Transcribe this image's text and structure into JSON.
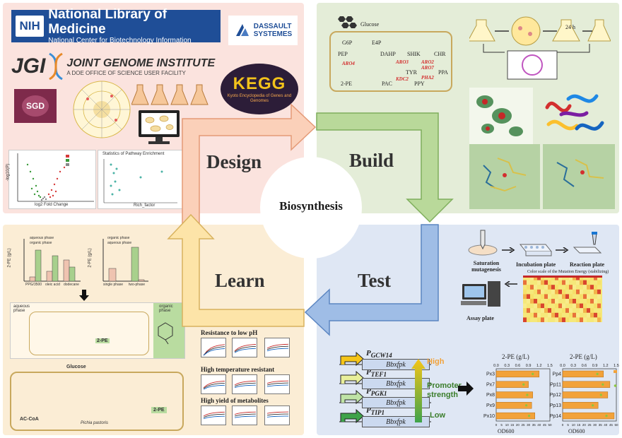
{
  "phases": {
    "design": "Design",
    "build": "Build",
    "test": "Test",
    "learn": "Learn",
    "center": "Biosynthesis"
  },
  "design": {
    "nih": {
      "mark": "NIH",
      "title": "National Library of Medicine",
      "subtitle": "National Center for Biotechnology Information"
    },
    "dassault": {
      "line1": "DASSAULT",
      "line2": "SYSTEMES"
    },
    "jgi": {
      "mark": "JGI",
      "title": "JOINT GENOME INSTITUTE",
      "subtitle": "A DOE OFFICE OF SCIENCE USER FACILITY"
    },
    "sgd": {
      "label": "SGD"
    },
    "kegg": {
      "mark": "KEGG",
      "subtitle": "Kyoto Encyclopedia of Genes and Genomes"
    },
    "volcano": {
      "xlabel": "log2 Fold Change",
      "ylabel": "-log10(P)"
    },
    "enrichment": {
      "title": "Statistics of Pathway Enrichment",
      "xlabel": "Rich_factor"
    }
  },
  "build": {
    "pathway": {
      "glucose": "Glucose",
      "nodes": [
        "G6P",
        "E4P",
        "PEP",
        "DAHP",
        "SHIK",
        "CHR",
        "TYR",
        "PPA",
        "2-PE",
        "PAC",
        "PPY"
      ],
      "enzymes": [
        "ARO4",
        "ARO3",
        "ARO2",
        "ARO7",
        "KDC2",
        "PHA2"
      ]
    },
    "crispr": {
      "hours": "24 h"
    }
  },
  "test": {
    "workflow": [
      "Saturation mutagenesis",
      "Incubation plate",
      "Reaction plate",
      "Assay plate"
    ],
    "heatmap_title": "Color scale of the Mutation Energy (stabilizing)",
    "promoters": [
      {
        "name": "P",
        "sub": "GCW14",
        "gene": "Bbxfpk"
      },
      {
        "name": "P",
        "sub": "TEF1",
        "gene": "Bbxfpk"
      },
      {
        "name": "P",
        "sub": "PGK1",
        "gene": "Bbxfpk"
      },
      {
        "name": "P",
        "sub": "TIP1",
        "gene": "Bbxfpk"
      }
    ],
    "strength": {
      "high": "High",
      "label_line1": "Promoter",
      "label_line2": "strength",
      "low": "Low"
    },
    "bars_left": {
      "title": "2-PE (g/L)",
      "xlabel": "OD600",
      "categories": [
        "Px3",
        "Px7",
        "Px8",
        "Px9",
        "Px10"
      ],
      "values": [
        40,
        30,
        34,
        33,
        36
      ],
      "top_ticks": [
        "0.0",
        "0.3",
        "0.6",
        "0.9",
        "1.2",
        "1.5"
      ],
      "bottom_ticks": [
        "0",
        "5",
        "10",
        "15",
        "20",
        "25",
        "30",
        "35",
        "40",
        "45",
        "50"
      ]
    },
    "bars_right": {
      "title": "2-PE (g/L)",
      "xlabel": "OD600",
      "categories": [
        "Pp4",
        "Pp11",
        "Pp12",
        "Pp13",
        "Pp14"
      ],
      "values": [
        38,
        44,
        42,
        33,
        48
      ],
      "top_ticks": [
        "0.0",
        "0.3",
        "0.6",
        "0.9",
        "1.2",
        "1.5"
      ],
      "bottom_ticks": [
        "0",
        "5",
        "10",
        "15",
        "20",
        "25",
        "30",
        "35",
        "40",
        "45",
        "50"
      ],
      "legend": [
        "2-PE",
        "OD600"
      ]
    }
  },
  "learn": {
    "chart1": {
      "ylabel": "2-PE (g/L)",
      "legend": [
        "aqueous phase",
        "organic phase"
      ],
      "categories": [
        "PPG/3500",
        "oleic acid",
        "dodecane"
      ]
    },
    "chart2": {
      "ylabel": "2-PE (g/L)",
      "legend": [
        "organic phase",
        "aqueous phase"
      ],
      "categories": [
        "single phase",
        "two-phase"
      ]
    },
    "phase_labels": {
      "aqueous": "aqueous phase",
      "organic": "organic phase"
    },
    "organism": "Pichia pastoris",
    "properties": [
      "Resistance to low pH",
      "High temperature resistant",
      "High yield of metabolites"
    ]
  },
  "colors": {
    "design_bg": "#fbe3de",
    "build_bg": "#e4edd8",
    "test_bg": "#dfe7f4",
    "learn_bg": "#fbedd5",
    "arrow_design": "#fbd0b9",
    "arrow_build": "#b9d99a",
    "arrow_test": "#9fbde6",
    "arrow_learn": "#fde4a8",
    "bar_orange": "#f2a23a",
    "od_green": "#8cc63f"
  }
}
